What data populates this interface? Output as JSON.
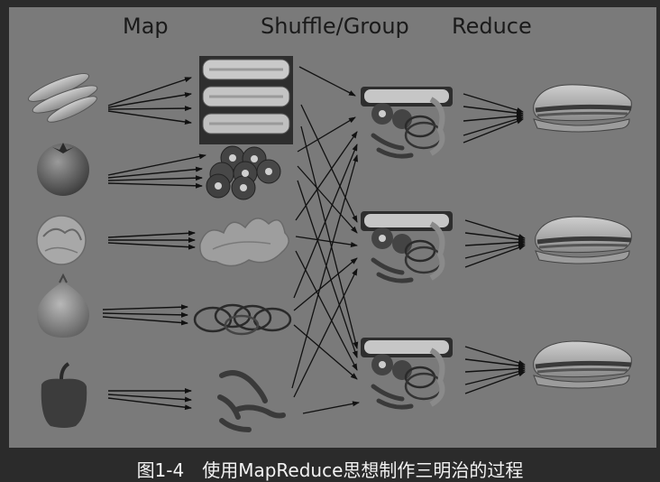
{
  "stages": {
    "map": "Map",
    "shuffle": "Shuffle/Group",
    "reduce": "Reduce"
  },
  "caption": "图1-4　使用MapReduce思想制作三明治的过程",
  "colors": {
    "background": "#2b2b2b",
    "figure": "#7a7a7a",
    "arrow": "#111111"
  },
  "inputs": [
    "bread-icon",
    "tomato-icon",
    "lettuce-icon",
    "onion-icon",
    "pepper-icon"
  ],
  "mapped": [
    "bread-slices",
    "tomato-slices",
    "lettuce-pieces",
    "onion-rings",
    "pepper-strips"
  ],
  "groups": [
    "ingredient-group",
    "ingredient-group",
    "ingredient-group"
  ],
  "outputs": [
    "sandwich-icon",
    "sandwich-icon",
    "sandwich-icon"
  ]
}
